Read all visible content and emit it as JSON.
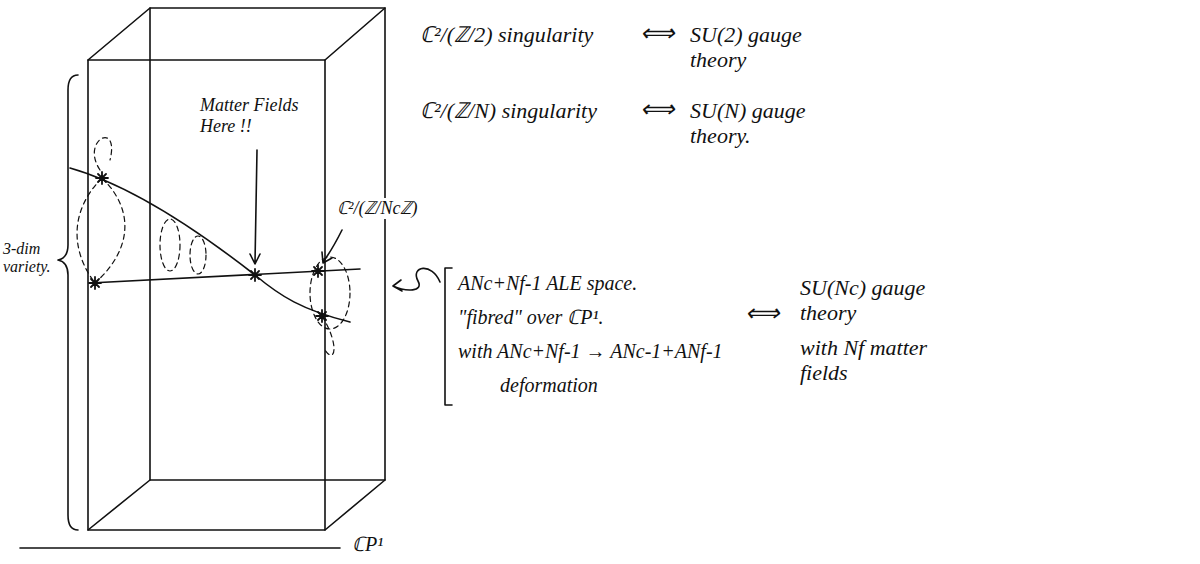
{
  "diagram": {
    "labels": [
      "3-dim variety.",
      "Matter Fields Here !!",
      "ℂ²/(ℤ/Ncℤ)",
      "ℂP¹",
      "ℂ²/(ℤ/2) singularity",
      "⟺",
      "SU(2) gauge theory",
      "ℂ²/(ℤ/N) singularity",
      "⟺",
      "SU(N) gauge theory.",
      "ANc+Nf-1 ALE space.",
      "\"fibred\" over ℂP¹.",
      "with ANc+Nf-1 → ANc-1+ANf-1",
      "deformation",
      "⟺",
      "SU(Nc) gauge theory",
      "with Nf matter fields"
    ]
  }
}
